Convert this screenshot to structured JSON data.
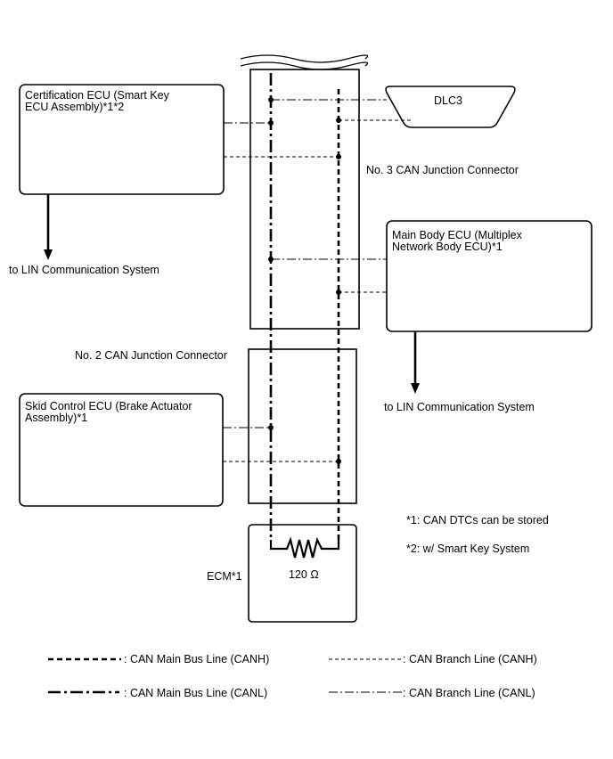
{
  "components": {
    "certification_ecu": {
      "line1": "Certification ECU (Smart Key",
      "line2": "ECU Assembly)*1*2"
    },
    "dlc3": {
      "label": "DLC3"
    },
    "main_body_ecu": {
      "line1": "Main Body ECU (Multiplex",
      "line2": "Network Body ECU)*1"
    },
    "skid_control_ecu": {
      "line1": "Skid Control ECU (Brake Actuator",
      "line2": "Assembly)*1"
    },
    "ecm": {
      "label": "ECM*1",
      "resistor_label": "120 Ω"
    }
  },
  "connectors": {
    "no3": "No. 3 CAN Junction Connector",
    "no2": "No. 2 CAN Junction Connector"
  },
  "arrows": {
    "lin_left": "to LIN Communication System",
    "lin_right": "to LIN Communication System"
  },
  "notes": {
    "note1": "*1: CAN DTCs can be stored",
    "note2": "*2: w/ Smart Key System"
  },
  "legend": {
    "main_canh": ": CAN Main Bus Line (CANH)",
    "branch_canh": ": CAN Branch Line (CANH)",
    "main_canl": ": CAN Main Bus Line (CANL)",
    "branch_canl": ": CAN Branch Line (CANL)"
  }
}
